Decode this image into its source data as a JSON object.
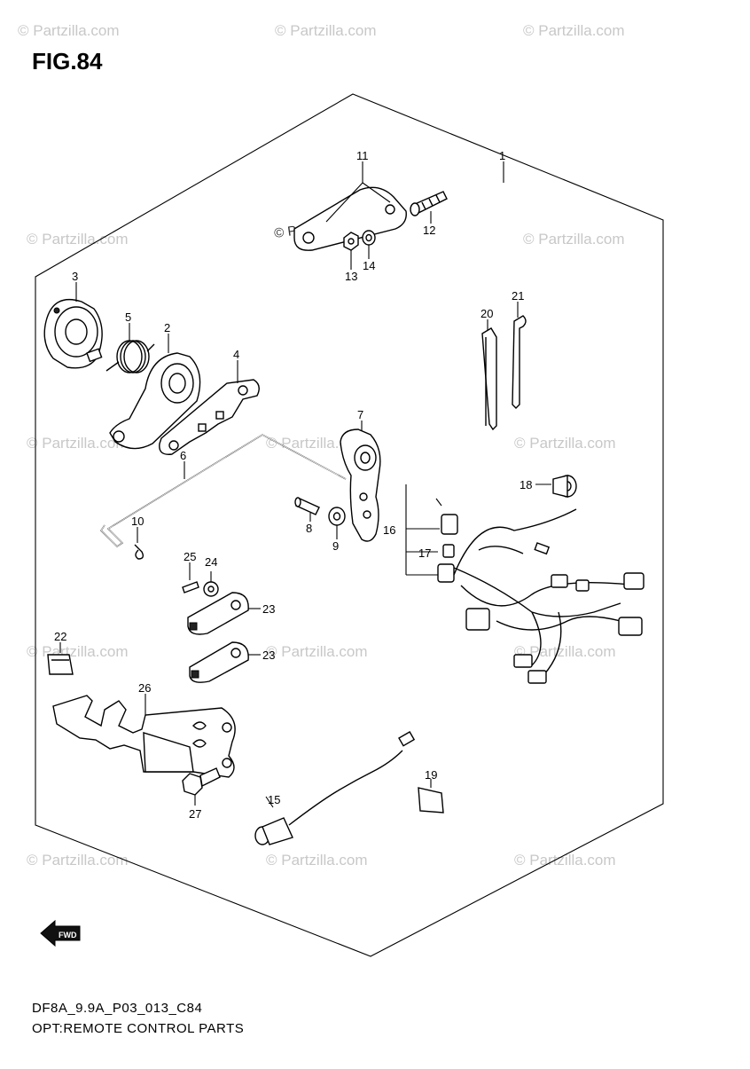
{
  "figure_title": "FIG.84",
  "footer": {
    "code": "DF8A_9.9A_P03_013_C84",
    "caption": "OPT:REMOTE CONTROL PARTS"
  },
  "watermark": "© Partzilla.com",
  "inner_watermark": "© Partzilla.com",
  "fwd_label": "FWD",
  "callouts": {
    "c1": "1",
    "c2": "2",
    "c3": "3",
    "c4": "4",
    "c5": "5",
    "c6": "6",
    "c7": "7",
    "c8": "8",
    "c9": "9",
    "c10": "10",
    "c11": "11",
    "c12": "12",
    "c13": "13",
    "c14": "14",
    "c15": "15",
    "c16": "16",
    "c17": "17",
    "c18": "18",
    "c19": "19",
    "c20": "20",
    "c21": "21",
    "c22": "22",
    "c23a": "23",
    "c23b": "23",
    "c24": "24",
    "c25": "25",
    "c26": "26",
    "c27": "27"
  }
}
